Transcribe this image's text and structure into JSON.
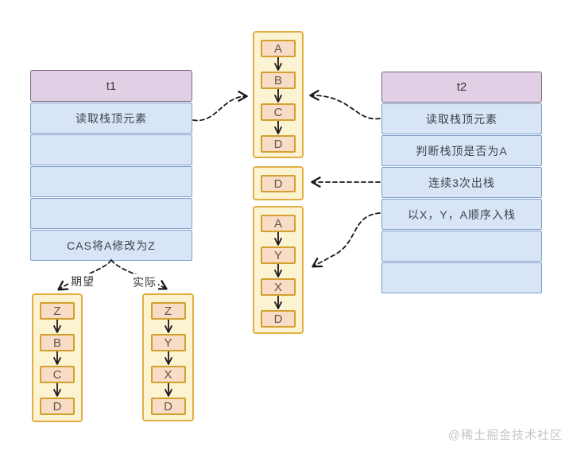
{
  "watermark": "@稀土掘金技术社区",
  "threads": {
    "t1": {
      "title": "t1",
      "rows": [
        "读取栈顶元素",
        "",
        "",
        "",
        "CAS将A修改为Z"
      ]
    },
    "t2": {
      "title": "t2",
      "rows": [
        "读取栈顶元素",
        "判断栈顶是否为A",
        "连续3次出栈",
        "以X，Y，A顺序入栈",
        "",
        ""
      ]
    }
  },
  "stacks": {
    "initial": {
      "items": [
        "A",
        "B",
        "C",
        "D"
      ]
    },
    "popped_top": {
      "items": [
        "D"
      ]
    },
    "after_push": {
      "items": [
        "A",
        "Y",
        "X",
        "D"
      ]
    },
    "expected": {
      "items": [
        "Z",
        "B",
        "C",
        "D"
      ]
    },
    "actual": {
      "items": [
        "Z",
        "Y",
        "X",
        "D"
      ]
    }
  },
  "branch_labels": {
    "expected": "期望",
    "actual": "实际"
  },
  "colors": {
    "table_header_bg": "#e1cfe6",
    "table_row_bg": "#d7e5f7",
    "stack_container_bg": "#fcf3d2",
    "stack_container_border": "#e2ae44",
    "stack_item_bg": "#f8dcc6",
    "stack_item_border": "#d3a02f",
    "arrow": "#1a1a1a",
    "watermark": "#c5c5c5"
  }
}
